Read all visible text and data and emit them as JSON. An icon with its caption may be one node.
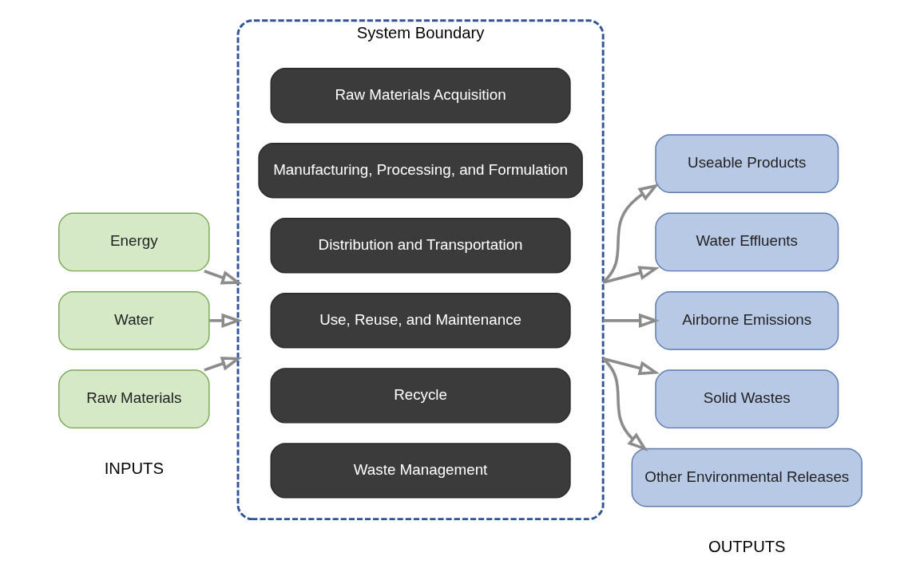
{
  "diagram": {
    "nodes": [
      {
        "text": [
          "Energy"
        ]
      },
      {
        "text": [
          "Water"
        ]
      },
      {
        "text": [
          "Raw Materials"
        ]
      },
      {
        "text": [
          "System Boundary"
        ]
      },
      {
        "text": [
          "Raw Materials Acquisition"
        ],
        "in": 3
      },
      {
        "text": [
          "Manufacturing, Processing, and Formulation"
        ],
        "in": 3
      },
      {
        "text": [
          "Distribution and Transportation"
        ],
        "in": 3
      },
      {
        "text": [
          "Use, Reuse, and Maintenance"
        ],
        "in": 3
      },
      {
        "text": [
          "Recycle"
        ],
        "in": 3
      },
      {
        "text": [
          "Waste Management"
        ],
        "in": 3
      },
      {
        "text": [
          "Useable Products"
        ]
      },
      {
        "text": [
          "Water Effluents"
        ]
      },
      {
        "text": [
          "Airborne Emissions"
        ]
      },
      {
        "text": [
          "Solid Wastes"
        ]
      },
      {
        "text": [
          "Other Environmental Releases"
        ]
      }
    ],
    "edges": [
      {
        "from": 0,
        "to": 3,
        "arrow": "to"
      },
      {
        "from": 1,
        "to": 3,
        "arrow": "to"
      },
      {
        "from": 2,
        "to": 3,
        "arrow": "to"
      },
      {
        "from": 3,
        "to": 10,
        "arrow": "to"
      },
      {
        "from": 3,
        "to": 11,
        "arrow": "to"
      },
      {
        "from": 3,
        "to": 12,
        "arrow": "to"
      },
      {
        "from": 3,
        "to": 13,
        "arrow": "to"
      },
      {
        "from": 3,
        "to": 14,
        "arrow": "to"
      }
    ],
    "labels": [
      "INPUTS",
      "OUTPUTS"
    ]
  }
}
